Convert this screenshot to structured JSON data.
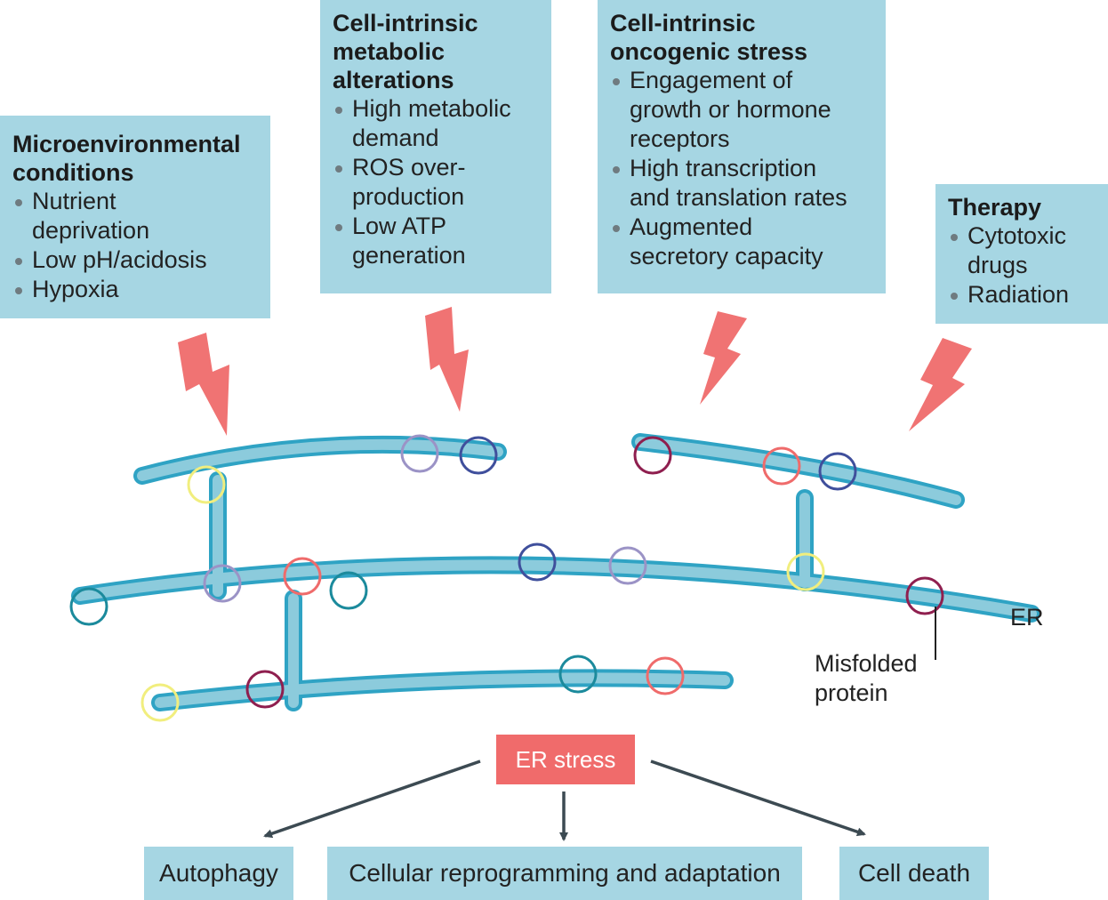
{
  "boxes": {
    "micro": {
      "title": "Microenvironmental\nconditions",
      "items": [
        "Nutrient\ndeprivation",
        "Low pH/acidosis",
        "Hypoxia"
      ]
    },
    "metabolic": {
      "title": "Cell-intrinsic\nmetabolic\nalterations",
      "items": [
        "High metabolic\ndemand",
        "ROS over-\nproduction",
        "Low ATP\ngeneration"
      ]
    },
    "oncogenic": {
      "title": "Cell-intrinsic\noncogenic stress",
      "items": [
        "Engagement of\ngrowth or hormone\nreceptors",
        "High transcription\nand translation rates",
        "Augmented\nsecretory capacity"
      ]
    },
    "therapy": {
      "title": "Therapy",
      "items": [
        "Cytotoxic\ndrugs",
        "Radiation"
      ]
    }
  },
  "er_label": "ER",
  "misfolded_label": "Misfolded\nprotein",
  "er_stress": "ER stress",
  "outcomes": {
    "autophagy": "Autophagy",
    "reprogramming": "Cellular reprogramming and adaptation",
    "death": "Cell death"
  },
  "colors": {
    "box": "#a6d6e3",
    "er_fill": "#8ccbdc",
    "er_stroke": "#2fa3c4",
    "bolt": "#f07373",
    "stress": "#f06b6b",
    "arrow": "#3c4a52"
  },
  "protein_colors": [
    "#f1ee7e",
    "#9b93c6",
    "#3f4f9c",
    "#8f1f4f",
    "#ef6b6b",
    "#1b8a9c"
  ]
}
